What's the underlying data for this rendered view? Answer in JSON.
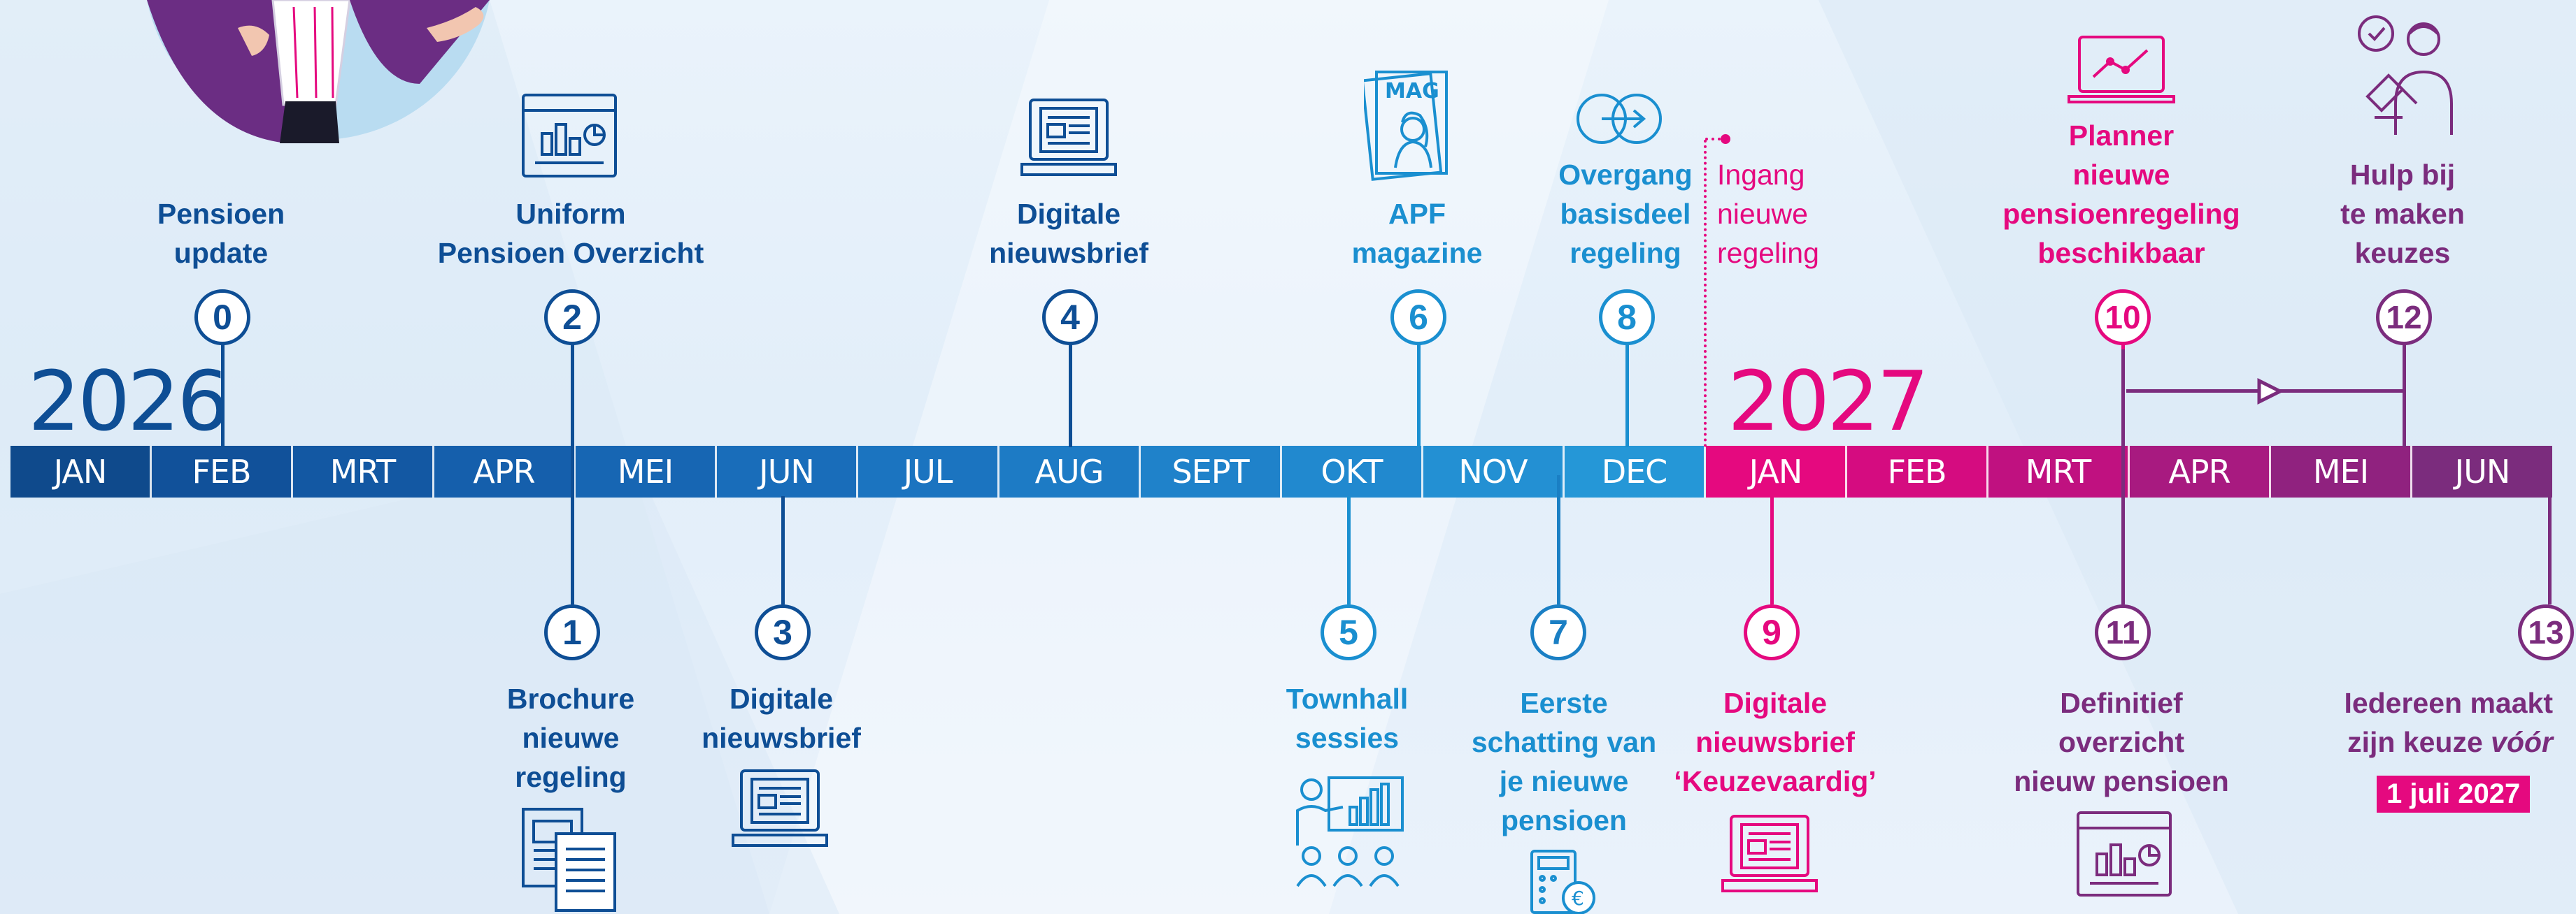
{
  "colors": {
    "navy": "#0e4e95",
    "mid": "#1a7fc4",
    "light": "#2aa3db",
    "pink": "#e5097f",
    "purple": "#7b2c7d"
  },
  "years": [
    "2026",
    "2027"
  ],
  "months": [
    "JAN",
    "FEB",
    "MRT",
    "APR",
    "MEI",
    "JUN",
    "JUL",
    "AUG",
    "SEPT",
    "OKT",
    "NOV",
    "DEC",
    "JAN",
    "FEB",
    "MRT",
    "APR",
    "MEI",
    "JUN"
  ],
  "milestones": [
    {
      "num": "0",
      "lines": [
        "Pensioen",
        "update"
      ]
    },
    {
      "num": "1",
      "lines": [
        "Brochure",
        "nieuwe",
        "regeling"
      ]
    },
    {
      "num": "2",
      "lines": [
        "Uniform",
        "Pensioen Overzicht"
      ]
    },
    {
      "num": "3",
      "lines": [
        "Digitale",
        "nieuwsbrief"
      ]
    },
    {
      "num": "4",
      "lines": [
        "Digitale",
        "nieuwsbrief"
      ]
    },
    {
      "num": "5",
      "lines": [
        "Townhall",
        "sessies"
      ]
    },
    {
      "num": "6",
      "lines": [
        "APF",
        "magazine"
      ]
    },
    {
      "num": "7",
      "lines": [
        "Eerste",
        "schatting van",
        "je nieuwe",
        "pensioen"
      ]
    },
    {
      "num": "8",
      "lines": [
        "Overgang",
        "basisdeel",
        "regeling"
      ]
    },
    {
      "num": "9",
      "lines": [
        "Digitale",
        "nieuwsbrief",
        "‘Keuzevaardig’"
      ]
    },
    {
      "num": "10",
      "lines": [
        "Planner",
        "nieuwe",
        "pensioenregeling",
        "beschikbaar"
      ]
    },
    {
      "num": "11",
      "lines": [
        "Definitief",
        "overzicht",
        "nieuw pensioen"
      ]
    },
    {
      "num": "12",
      "lines": [
        "Hulp bij",
        "te maken",
        "keuzes"
      ]
    },
    {
      "num": "13",
      "lines": [
        "Iedereen maakt",
        "zijn keuze vóór"
      ]
    }
  ],
  "deadline": "1 juli 2027",
  "ingang": [
    "Ingang",
    "nieuwe",
    "regeling"
  ],
  "magazine_cover_text": "MAG"
}
